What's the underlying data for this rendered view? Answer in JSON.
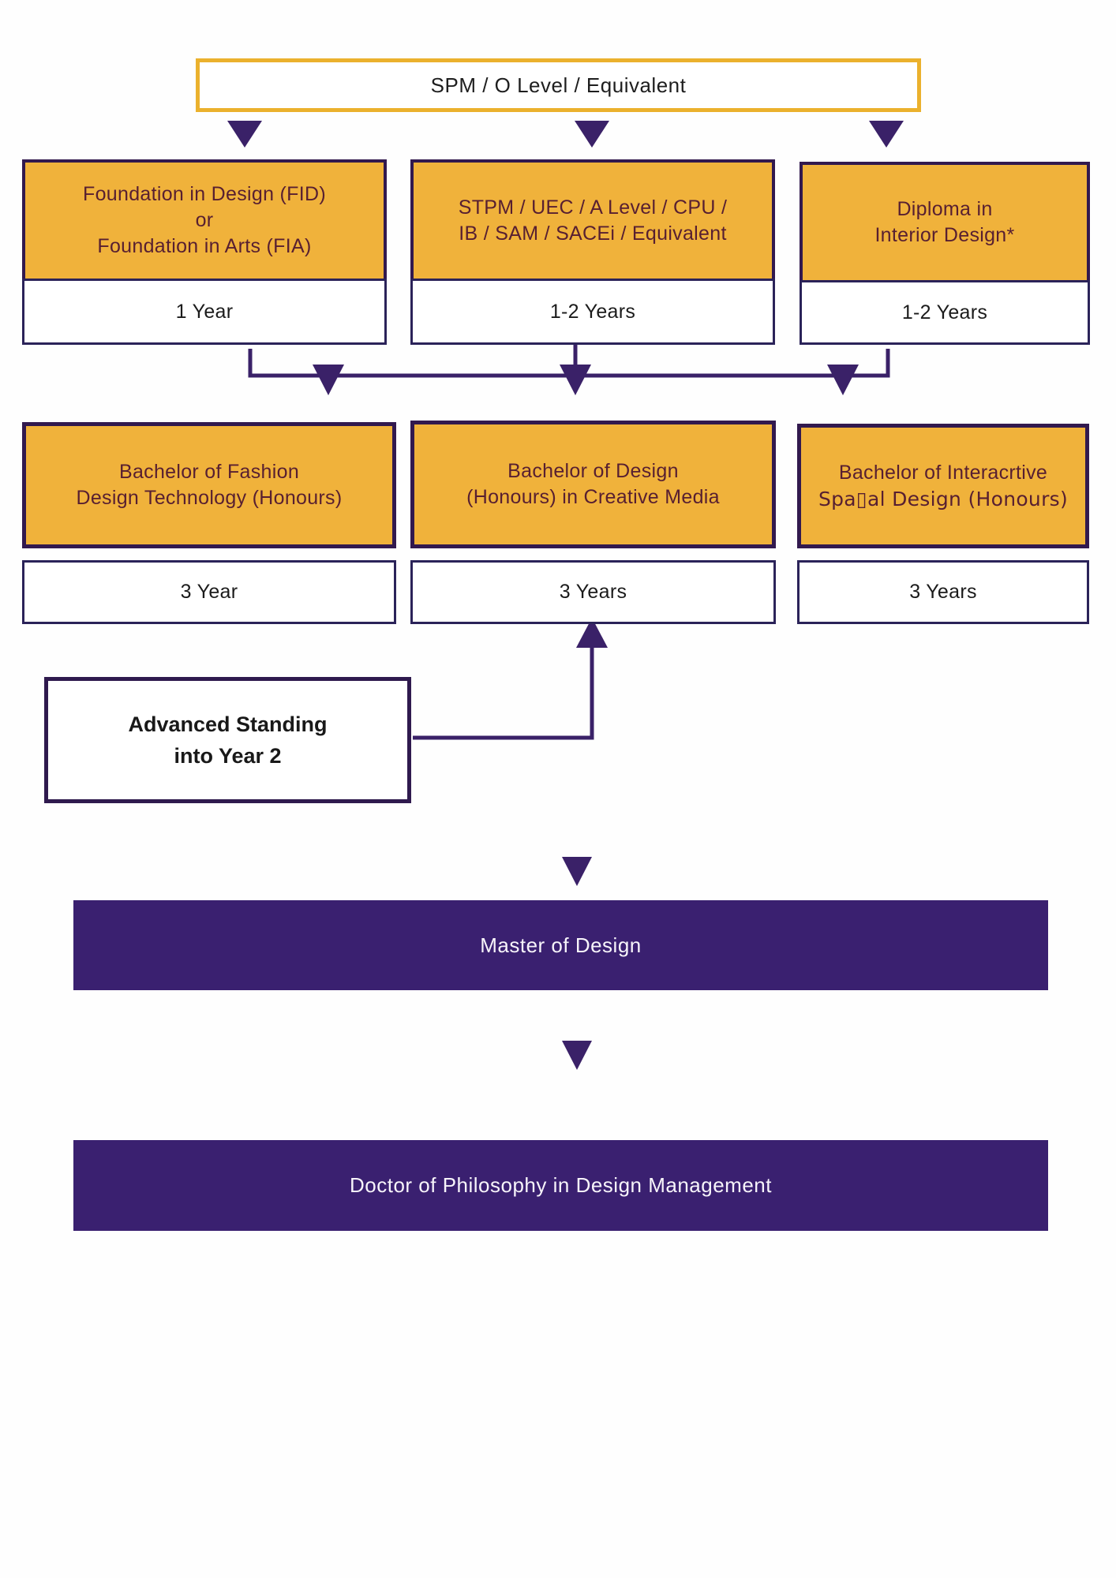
{
  "diagram_title": "Design programmes study pathway flowchart",
  "entry_box": {
    "label": "SPM / O Level / Equivalent"
  },
  "qualifications": [
    {
      "line1": "Foundation in Design (FID)",
      "line2": "or",
      "line3": "Foundation in Arts (FIA)",
      "duration": "1 Year"
    },
    {
      "line1": "STPM / UEC / A Level / CPU /",
      "line2": "IB / SAM / SACEi / Equivalent",
      "duration": "1-2 Years"
    },
    {
      "line1": "Diploma in",
      "line2": "Interior Design*",
      "duration": "1-2 Years"
    }
  ],
  "bachelors": [
    {
      "line1": "Bachelor of Fashion",
      "line2": "Design Technology (Honours)",
      "duration": "3 Year"
    },
    {
      "line1": "Bachelor of Design",
      "line2": "(Honours) in Creative Media",
      "duration": "3 Years"
    },
    {
      "line1": "Bachelor of Interacrtive",
      "line2": "Spa▯al Design (Honours)",
      "duration": "3 Years"
    }
  ],
  "advanced_standing": {
    "line1": "Advanced Standing",
    "line2": "into Year 2"
  },
  "master_bar": {
    "label": "Master of Design"
  },
  "phd_bar": {
    "label": "Doctor of Philosophy in Design Management"
  },
  "colors": {
    "gold_fill": "#F0B23B",
    "gold_border": "#EBB12D",
    "box_border_purple": "#32194E",
    "maroon_text": "#571F31",
    "connector_purple": "#3A2168",
    "bar_fill_purple": "#3A2070",
    "bar_text": "#F7F4FA",
    "dark_text": "#1E1E1E"
  }
}
